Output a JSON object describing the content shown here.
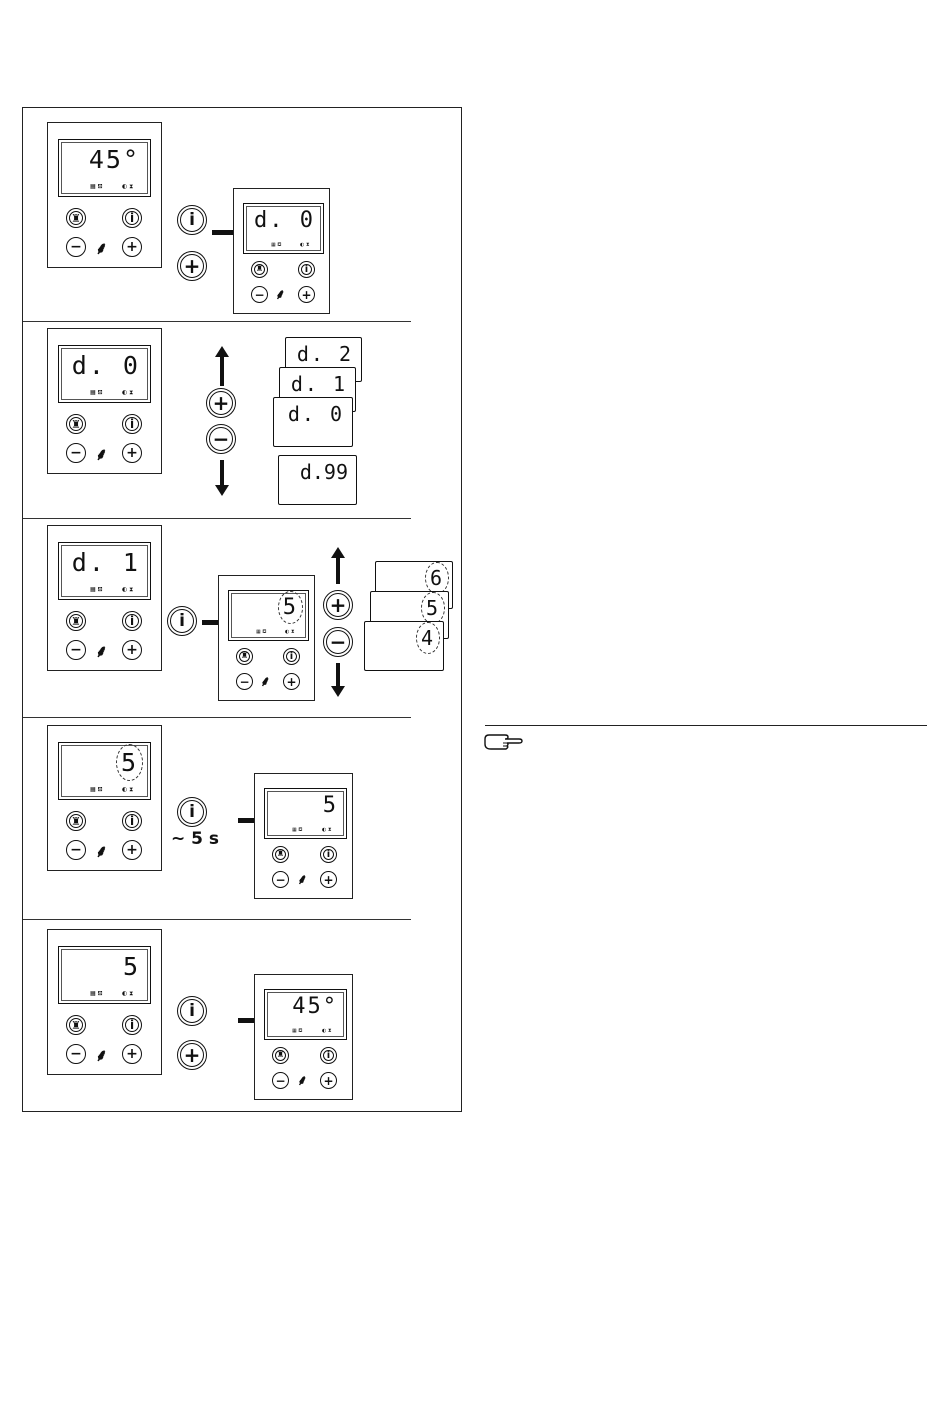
{
  "steps": [
    {
      "left_display": "45°",
      "buttons": [
        "i",
        "+"
      ],
      "result_display": "d. 0"
    },
    {
      "left_display": "d. 0",
      "buttons": [
        "+",
        "−"
      ],
      "sequence_cards": [
        "d. 2",
        "d. 1",
        "d. 0",
        "d.99"
      ]
    },
    {
      "left_display": "d. 1",
      "buttons": [
        "i"
      ],
      "result_display": "5",
      "adjust_buttons": [
        "+",
        "−"
      ],
      "sequence_cards": [
        "6",
        "5",
        "4"
      ]
    },
    {
      "left_display": "5",
      "buttons": [
        "i"
      ],
      "hold_label": "~ 5 s",
      "result_display": "5"
    },
    {
      "left_display": "5",
      "buttons": [
        "i",
        "+"
      ],
      "result_display": "45°"
    }
  ],
  "panel_symbols": {
    "indicators_left": "▦ ⛾",
    "indicators_right": "◐ ⧗",
    "icon_names": [
      "reset-icon",
      "info-icon",
      "minus-icon",
      "flame-icon",
      "plus-icon",
      "pointing-hand-icon"
    ]
  }
}
